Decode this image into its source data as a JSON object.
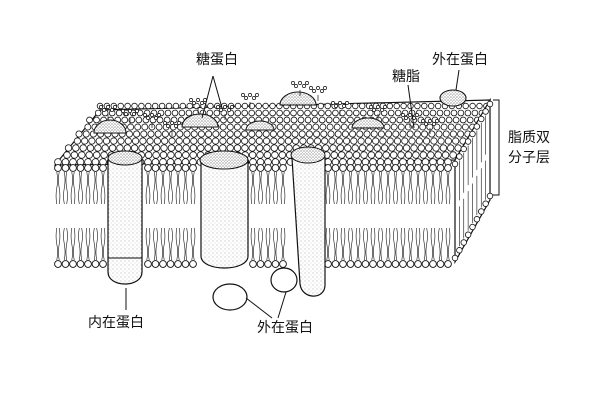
{
  "diagram": {
    "labels": {
      "glycoprotein": "糖蛋白",
      "glycolipid": "糖脂",
      "peripheral_protein_top": "外在蛋白",
      "bilayer_line1": "脂质双",
      "bilayer_line2": "分子层",
      "integral_protein": "内在蛋白",
      "peripheral_protein_bottom": "外在蛋白"
    },
    "colors": {
      "ink": "#111111",
      "background": "#ffffff",
      "protein_stipple": "#8a8a8a"
    }
  }
}
